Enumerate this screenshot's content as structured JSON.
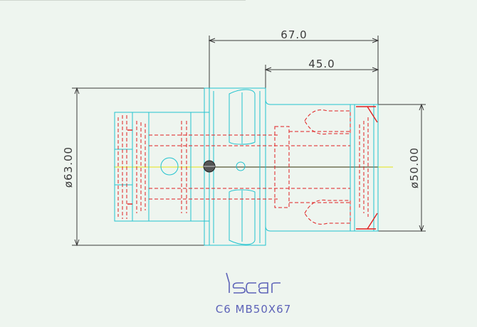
{
  "drawing": {
    "dimensions": {
      "overall_length": "67.0",
      "shank_length": "45.0",
      "flange_diameter": "ø63.00",
      "shank_diameter": "ø50.00"
    },
    "logo": {
      "text": "iscar",
      "color": "#5d63b8"
    },
    "caption": "C6 MB50X67",
    "colors": {
      "background": "#eef5ef",
      "dimension": "#3a3a3a",
      "outline": "#22c3cf",
      "hidden": "#e02020",
      "centerline": "#e6e640",
      "axis": "#333333"
    }
  }
}
